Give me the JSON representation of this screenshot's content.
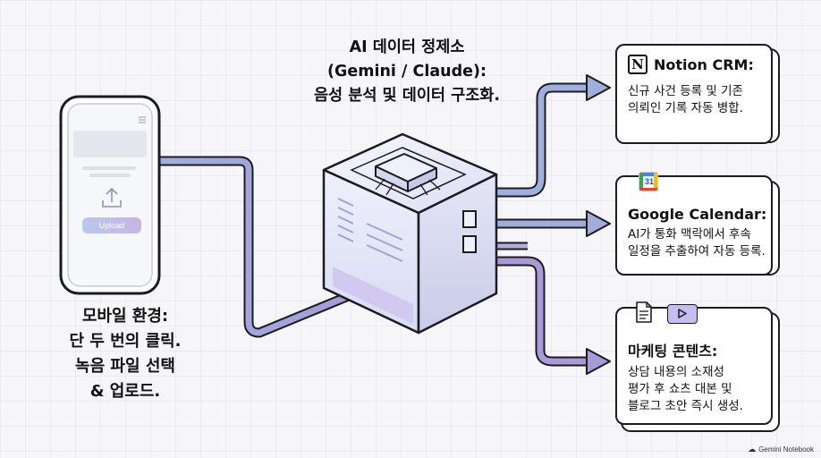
{
  "center_title": {
    "line1": "AI 데이터 정제소",
    "line2": "(Gemini / Claude):",
    "line3": "음성 분석 및 데이터 구조화."
  },
  "phone": {
    "upload_label": "Upload"
  },
  "left_caption": {
    "line1": "모바일 환경:",
    "line2": "단 두 번의 클릭.",
    "line3": "녹음 파일 선택",
    "line4": "& 업로드."
  },
  "cards": [
    {
      "icon": "notion-icon",
      "icon_glyph": "N",
      "title": "Notion CRM:",
      "body": [
        "신규 사건 등록 및 기존",
        "의뢰인 기록 자동 병합."
      ]
    },
    {
      "icon": "google-calendar-icon",
      "icon_glyph": "31",
      "title": "Google Calendar:",
      "body": [
        "AI가 통화 맥락에서 후속",
        "일정을 추출하여 자동 등록."
      ]
    },
    {
      "icon": "document-and-video-icons",
      "title": "마케팅 콘텐츠:",
      "body": [
        "상담 내용의 소재성",
        "평가 후 쇼츠 대본 및",
        "블로그 초안 즉시 생성."
      ]
    }
  ],
  "watermark": "Gemini Notebook",
  "colors": {
    "pipe_blue": "#8ea2d6",
    "pipe_purple": "#9d8fcf",
    "outline": "#1b1b22",
    "accent_glow": "#c9c3ee"
  }
}
